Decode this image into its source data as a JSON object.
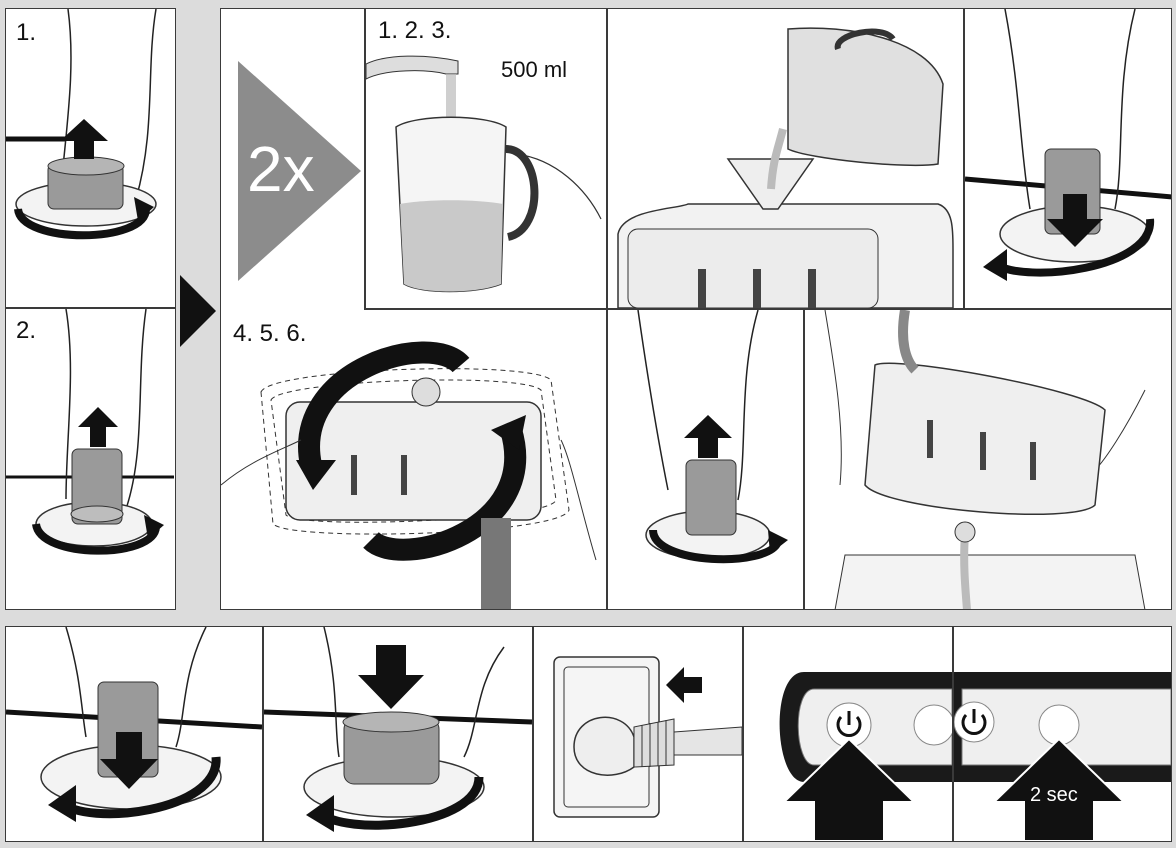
{
  "panels": {
    "top_left": {
      "step1": {
        "label": "1."
      },
      "step2": {
        "label": "2."
      }
    },
    "repeat": {
      "count_label": "2x",
      "row1": {
        "steps_label": "1. 2. 3.",
        "volume_label": "500 ml"
      },
      "row2": {
        "steps_label": "4. 5. 6."
      }
    },
    "bottom": {
      "hold_time_label": "2 sec"
    }
  },
  "icon_names": [
    "up-arrow-icon",
    "down-arrow-icon",
    "rotate-arrow-icon",
    "play-triangle-icon",
    "power-icon",
    "plug-in-arrow-icon",
    "press-arrow-icon"
  ],
  "colors": {
    "background": "#dcdcdc",
    "panel": "#ffffff",
    "line": "#3a3a3a",
    "gray_triangle": "#8c8c8c",
    "arrow_black": "#111111",
    "water": "#c9c9c9"
  }
}
